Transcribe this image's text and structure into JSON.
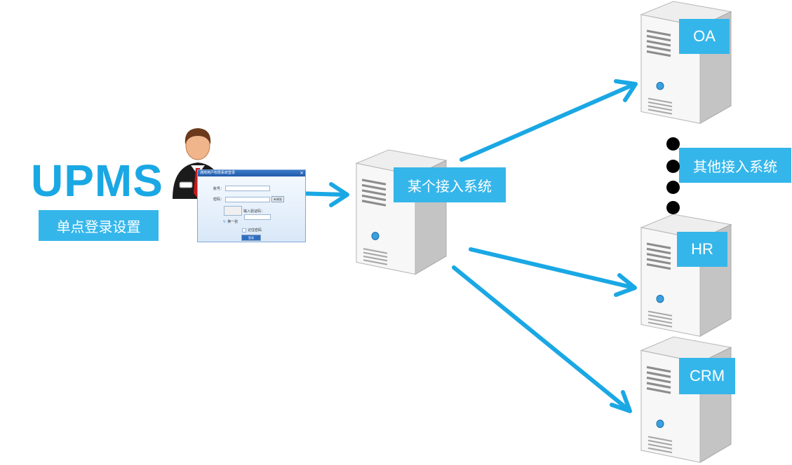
{
  "brand": {
    "title": "UPMS",
    "subtitle": "单点登录设置"
  },
  "central_system": {
    "label": "某个接入系统"
  },
  "target_systems": [
    {
      "id": "oa",
      "label": "OA"
    },
    {
      "id": "hr",
      "label": "HR"
    },
    {
      "id": "crm",
      "label": "CRM"
    }
  ],
  "other_systems": {
    "label": "其他接入系统"
  },
  "login_dialog": {
    "title": "通用用户权限系统登录",
    "account_label": "账号：",
    "password_label": "密码：",
    "captcha_label": "输入验证码：",
    "refresh_label": "换一张",
    "remember_label": "记住密码",
    "login_button": "登录",
    "register_button": "新建面"
  },
  "colors": {
    "accent": "#35b6ea",
    "brand": "#1aa8e4",
    "arrow": "#1aa8e4",
    "dots": "#000000"
  }
}
